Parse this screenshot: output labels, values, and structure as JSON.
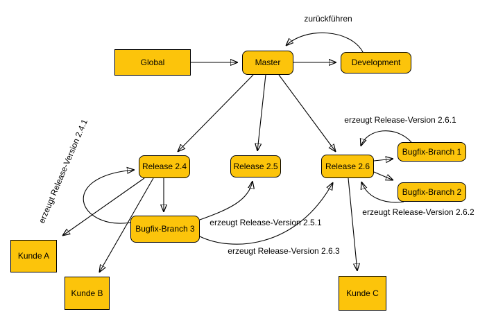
{
  "diagram": {
    "nodes": {
      "global": {
        "label": "Global",
        "shape": "square"
      },
      "master": {
        "label": "Master",
        "shape": "rounded"
      },
      "development": {
        "label": "Development",
        "shape": "rounded"
      },
      "release24": {
        "label": "Release 2.4",
        "shape": "rounded"
      },
      "release25": {
        "label": "Release 2.5",
        "shape": "rounded"
      },
      "release26": {
        "label": "Release 2.6",
        "shape": "rounded"
      },
      "bugfix1": {
        "label": "Bugfix-Branch 1",
        "shape": "rounded"
      },
      "bugfix2": {
        "label": "Bugfix-Branch 2",
        "shape": "rounded"
      },
      "bugfix3": {
        "label": "Bugfix-Branch 3",
        "shape": "rounded"
      },
      "kundeA": {
        "label": "Kunde A",
        "shape": "square"
      },
      "kundeB": {
        "label": "Kunde B",
        "shape": "square"
      },
      "kundeC": {
        "label": "Kunde C",
        "shape": "square"
      }
    },
    "edge_labels": {
      "zurueckfuehren": "zurückführen",
      "v241": "erzeugt Release-Version 2.4.1",
      "v251": "erzeugt Release-Version 2.5.1",
      "v261": "erzeugt Release-Version 2.6.1",
      "v262": "erzeugt Release-Version 2.6.2",
      "v263": "erzeugt Release-Version 2.6.3"
    },
    "edges": [
      {
        "from": "Global",
        "to": "Master",
        "label": ""
      },
      {
        "from": "Master",
        "to": "Development",
        "label": ""
      },
      {
        "from": "Development",
        "to": "Master",
        "label": "zurückführen"
      },
      {
        "from": "Master",
        "to": "Release 2.4",
        "label": ""
      },
      {
        "from": "Master",
        "to": "Release 2.5",
        "label": ""
      },
      {
        "from": "Master",
        "to": "Release 2.6",
        "label": ""
      },
      {
        "from": "Release 2.4",
        "to": "Bugfix-Branch 3",
        "label": ""
      },
      {
        "from": "Bugfix-Branch 3",
        "to": "Release 2.4",
        "label": "erzeugt Release-Version 2.4.1"
      },
      {
        "from": "Bugfix-Branch 3",
        "to": "Release 2.5",
        "label": "erzeugt Release-Version 2.5.1"
      },
      {
        "from": "Bugfix-Branch 3",
        "to": "Release 2.6",
        "label": "erzeugt Release-Version 2.6.3"
      },
      {
        "from": "Release 2.6",
        "to": "Bugfix-Branch 1",
        "label": ""
      },
      {
        "from": "Bugfix-Branch 1",
        "to": "Release 2.6",
        "label": "erzeugt Release-Version 2.6.1"
      },
      {
        "from": "Release 2.6",
        "to": "Bugfix-Branch 2",
        "label": ""
      },
      {
        "from": "Bugfix-Branch 2",
        "to": "Release 2.6",
        "label": "erzeugt Release-Version 2.6.2"
      },
      {
        "from": "Release 2.4",
        "to": "Kunde A",
        "label": ""
      },
      {
        "from": "Release 2.4",
        "to": "Kunde B",
        "label": ""
      },
      {
        "from": "Release 2.6",
        "to": "Kunde C",
        "label": ""
      }
    ],
    "colors": {
      "node_fill": "#FCC40B",
      "node_border": "#000000",
      "edge": "#000000",
      "background": "#FFFFFF"
    }
  }
}
